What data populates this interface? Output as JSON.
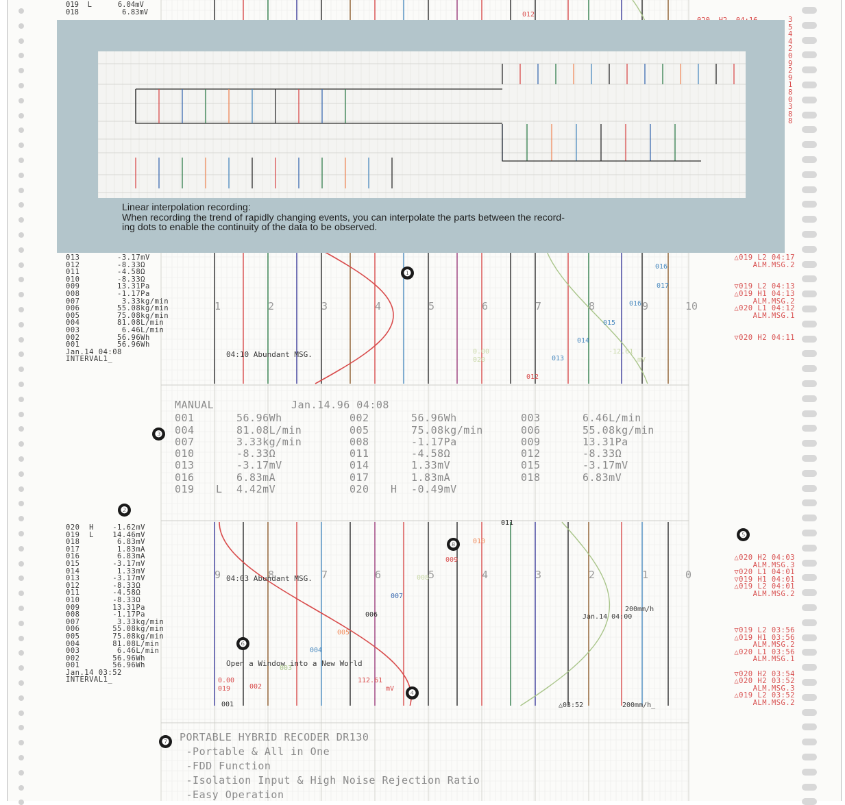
{
  "overlay": {
    "caption_title": "Linear interpolation recording:",
    "caption_body": "When recording the trend of rapidly changing events, you can interpolate the parts between the record-\ning dots to enable the continuity of the data to be observed."
  },
  "markers": [
    "❶",
    "❷",
    "❸",
    "❹",
    "❺",
    "❻",
    "❼",
    "❽"
  ],
  "top_strip": {
    "lines": [
      "019  L      6.04mV",
      "018          6.83mV"
    ],
    "label_012": "012",
    "right_alarm": "020  H2  04:16",
    "digits": [
      "3",
      "5",
      "4",
      "4",
      "2",
      "0",
      "9",
      "2",
      "9",
      "1",
      "8",
      "0",
      "3",
      "8",
      "8"
    ]
  },
  "left_top": {
    "lines": [
      "013        -3.17mV",
      "012        -8.33Ω",
      "011        -4.58Ω",
      "010        -8.33Ω",
      "009        13.31Pa",
      "008        -1.17Pa",
      "007         3.33kg/min",
      "006        55.08kg/min",
      "005        75.08kg/min",
      "004        81.08L/min",
      "003         6.46L/min",
      "002        56.96Wh",
      "001        56.96Wh",
      "Jan.14 04:08",
      "INTERVAL1_"
    ]
  },
  "alarms_top": {
    "lines": [
      "△019 L2 04:17",
      "ALM.MSG.2",
      "",
      "",
      "▽019 L2 04:13",
      "△019 H1 04:13",
      "ALM.MSG.2",
      "△020 L1 04:12",
      "ALM.MSG.1",
      "",
      "",
      "▽020 H2 04:11"
    ]
  },
  "trend_top": {
    "scale_numbers": [
      "1",
      "2",
      "3",
      "4",
      "5",
      "6",
      "7",
      "8",
      "9",
      "10"
    ],
    "message": "04:10 Abundant MSG.",
    "channel_labels": [
      "016",
      "017",
      "016",
      "015",
      "014",
      "013",
      "012"
    ],
    "value_left": "0.00",
    "value_left_ch": "020",
    "value_right": "-12.61",
    "value_right_unit": "mV"
  },
  "manual": {
    "header_left": "MANUAL",
    "header_right": "Jan.14.96 04:08",
    "rows": [
      [
        "001",
        "",
        "56.96Wh",
        "002",
        "",
        "56.96Wh",
        "003",
        "",
        "6.46L/min"
      ],
      [
        "004",
        "",
        "81.08L/min",
        "005",
        "",
        "75.08kg/min",
        "006",
        "",
        "55.08kg/min"
      ],
      [
        "007",
        "",
        "3.33kg/min",
        "008",
        "",
        "-1.17Pa",
        "009",
        "",
        "13.31Pa"
      ],
      [
        "010",
        "",
        "-8.33Ω",
        "011",
        "",
        "-4.58Ω",
        "012",
        "",
        "-8.33Ω"
      ],
      [
        "013",
        "",
        "-3.17mV",
        "014",
        "",
        "1.33mV",
        "015",
        "",
        "-3.17mV"
      ],
      [
        "016",
        "",
        "6.83mA",
        "017",
        "",
        "1.83mA",
        "018",
        "",
        "6.83mV"
      ],
      [
        "019",
        "L",
        "4.42mV",
        "020",
        "H",
        "-0.49mV",
        "",
        "",
        ""
      ]
    ]
  },
  "left_bot": {
    "lines": [
      "020  H    -1.62mV",
      "019  L    14.46mV",
      "018        6.83mV",
      "017        1.83mA",
      "016        6.83mA",
      "015       -3.17mV",
      "014        1.33mV",
      "013       -3.17mV",
      "012       -8.33Ω",
      "011       -4.58Ω",
      "010       -8.33Ω",
      "009       13.31Pa",
      "008       -1.17Pa",
      "007        3.33kg/min",
      "006       55.08kg/min",
      "005       75.08kg/min",
      "004       81.08L/min",
      "003        6.46L/min",
      "002       56.96Wh",
      "001       56.96Wh",
      "Jan.14 03:52",
      "INTERVAL1_"
    ]
  },
  "alarms_bot": {
    "lines": [
      "△020 H2 04:03",
      "ALM.MSG.3",
      "▽020 L1 04:01",
      "▽019 H1 04:01",
      "△019 L2 04:01",
      "ALM.MSG.2",
      "",
      "",
      "",
      "",
      "▽019 L2 03:56",
      "△019 H1 03:56",
      "ALM.MSG.2",
      "△020 L1 03:56",
      "ALM.MSG.1",
      "",
      "▽020 H2 03:54",
      "△020 H2 03:52",
      "ALM.MSG.3",
      "△019 L2 03:52",
      "ALM.MSG.2"
    ]
  },
  "trend_bot": {
    "scale_numbers": [
      "9",
      "8",
      "7",
      "6",
      "5",
      "4",
      "3",
      "2",
      "1",
      "0"
    ],
    "message": "04:03 Abundant MSG.",
    "message2": "Open a Window into a New World",
    "channel_labels": [
      "011",
      "010",
      "009",
      "008",
      "007",
      "006",
      "005",
      "004",
      "003",
      "002",
      "001"
    ],
    "value_left": "0.00",
    "value_left_ch": "019",
    "value_right": "112.61",
    "value_right_unit": "mV",
    "speed_label": "200mm/h",
    "date_label": "Jan.14 04:00",
    "bottom_time": "△03:52",
    "bottom_speed": "200mm/h_"
  },
  "recorder": {
    "lines": [
      "PORTABLE HYBRID RECODER DR130",
      " -Portable & All in One",
      " -FDD Function",
      " -Isolation Input & High Noise Rejection Ratio",
      " -Easy Operation"
    ]
  },
  "colors": {
    "red": "#d84a4a",
    "paper": "#fbfbf9",
    "overlay": "#b3c5cb",
    "grid": "#d9d9d4"
  }
}
